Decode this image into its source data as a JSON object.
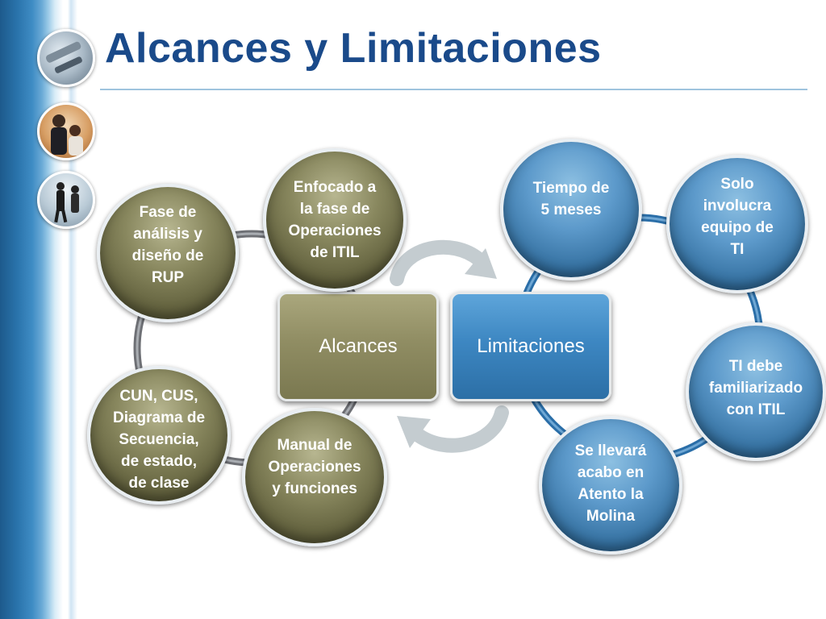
{
  "title": "Alcances y Limitaciones",
  "center": {
    "alcances_label": "Alcances",
    "limitaciones_label": "Limitaciones"
  },
  "alcances_items": [
    {
      "lines": [
        "Enfocado a",
        "la fase de",
        "Operaciones",
        "de ITIL"
      ]
    },
    {
      "lines": [
        "Fase de",
        "análisis y",
        "diseño de",
        "RUP"
      ]
    },
    {
      "lines": [
        "CUN, CUS,",
        "Diagrama de",
        "Secuencia,",
        "de estado,",
        "de clase"
      ]
    },
    {
      "lines": [
        "Manual de",
        "Operaciones",
        "y funciones"
      ]
    }
  ],
  "limitaciones_items": [
    {
      "lines": [
        "Tiempo de",
        "5 meses"
      ]
    },
    {
      "lines": [
        "Solo",
        "involucra",
        "equipo de",
        "TI"
      ]
    },
    {
      "lines": [
        "TI debe",
        "familiarizado",
        "con ITIL"
      ]
    },
    {
      "lines": [
        "Se llevará",
        "acabo en",
        "Atento la",
        "Molina"
      ]
    }
  ],
  "colors": {
    "title": "#1a4a8a",
    "olive": "#88875e",
    "blue": "#3d87c2",
    "ring_olive": "#6e7075",
    "ring_blue": "#2a6ea8",
    "arrow": "#c4ccd0"
  },
  "icons": [
    "photo-office-icon",
    "photo-meeting-icon",
    "photo-walking-people-icon"
  ]
}
